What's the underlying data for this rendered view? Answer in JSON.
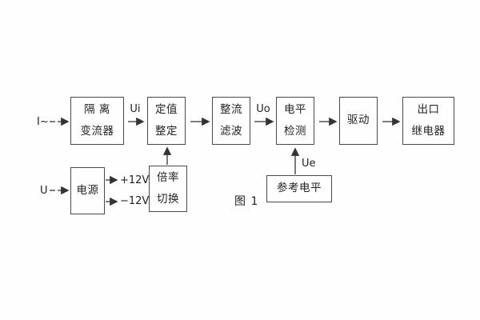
{
  "figure": {
    "caption": "图 1",
    "background_color": "#fefefe",
    "line_color": "#333333",
    "border_color": "#4a4a4a",
    "text_color": "#222222"
  },
  "inputs": {
    "current": "I~",
    "voltage": "U"
  },
  "signals": {
    "ui": "Ui",
    "uo": "Uo",
    "ue": "Ue",
    "rail_positive": "+12V",
    "rail_negative": "−12V"
  },
  "blocks": {
    "isolation": {
      "line1": "隔 离",
      "line2": "变流器"
    },
    "setting": {
      "line1": "定值",
      "line2": "整定"
    },
    "rectify": {
      "line1": "整流",
      "line2": "滤波"
    },
    "level": {
      "line1": "电平",
      "line2": "检测"
    },
    "drive": {
      "line1": "驱动"
    },
    "relay": {
      "line1": "出口",
      "line2": "继电器"
    },
    "power": {
      "line1": "电源"
    },
    "ratio": {
      "line1": "倍率",
      "line2": "切换"
    },
    "reference": {
      "line1": "参考电平"
    }
  }
}
